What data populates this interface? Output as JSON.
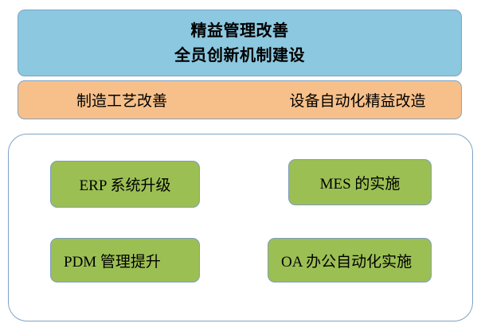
{
  "diagram": {
    "type": "hierarchy-block-diagram",
    "colors": {
      "banner_blue": "#8CC8DF",
      "banner_orange": "#F7C08A",
      "item_green": "#9CBF54",
      "border_blue_gray": "#7FA3C4",
      "background": "#FFFFFF",
      "text": "#000000"
    },
    "top_banner": {
      "lines": [
        {
          "text": "精益管理改善"
        },
        {
          "text": "全员创新机制建设"
        }
      ]
    },
    "middle_banner": {
      "segments": [
        {
          "text": "制造工艺改善"
        },
        {
          "text": "设备自动化精益改造"
        }
      ]
    },
    "group": {
      "items": [
        {
          "id": "erp",
          "text": "ERP 系统升级"
        },
        {
          "id": "mes",
          "text": "MES 的实施"
        },
        {
          "id": "pdm",
          "text": "PDM 管理提升"
        },
        {
          "id": "oa",
          "text": "OA 办公自动化实施"
        }
      ]
    }
  }
}
